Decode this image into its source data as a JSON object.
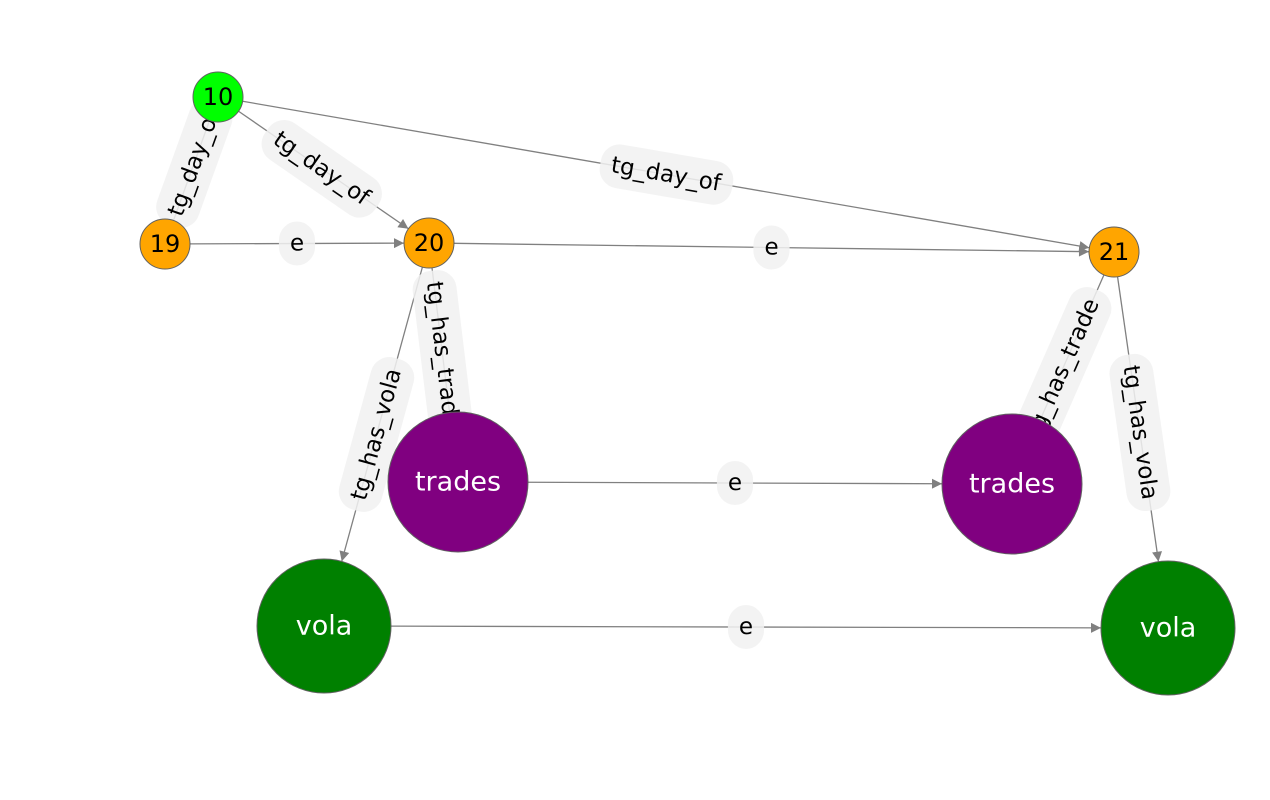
{
  "graph": {
    "nodes": [
      {
        "id": "n10",
        "label": "10",
        "color": "#00ff00",
        "text_color": "#000000",
        "kind": "small"
      },
      {
        "id": "n19",
        "label": "19",
        "color": "#ffa500",
        "text_color": "#000000",
        "kind": "small"
      },
      {
        "id": "n20",
        "label": "20",
        "color": "#ffa500",
        "text_color": "#000000",
        "kind": "small"
      },
      {
        "id": "n21",
        "label": "21",
        "color": "#ffa500",
        "text_color": "#000000",
        "kind": "small"
      },
      {
        "id": "trades20",
        "label": "trades",
        "color": "#800080",
        "text_color": "#ffffff",
        "kind": "large"
      },
      {
        "id": "trades21",
        "label": "trades",
        "color": "#800080",
        "text_color": "#ffffff",
        "kind": "large"
      },
      {
        "id": "vola20",
        "label": "vola",
        "color": "#008000",
        "text_color": "#ffffff",
        "kind": "large"
      },
      {
        "id": "vola21",
        "label": "vola",
        "color": "#008000",
        "text_color": "#ffffff",
        "kind": "large"
      }
    ],
    "edges": [
      {
        "id": "e10-19",
        "source": "n10",
        "target": "n19",
        "label": "tg_day_of"
      },
      {
        "id": "e10-20",
        "source": "n10",
        "target": "n20",
        "label": "tg_day_of"
      },
      {
        "id": "e10-21",
        "source": "n10",
        "target": "n21",
        "label": "tg_day_of"
      },
      {
        "id": "e19-20",
        "source": "n19",
        "target": "n20",
        "label": "e"
      },
      {
        "id": "e20-21",
        "source": "n20",
        "target": "n21",
        "label": "e"
      },
      {
        "id": "e20-trades",
        "source": "n20",
        "target": "trades20",
        "label": "tg_has_trade"
      },
      {
        "id": "e20-vola",
        "source": "n20",
        "target": "vola20",
        "label": "tg_has_vola"
      },
      {
        "id": "e21-trades",
        "source": "n21",
        "target": "trades21",
        "label": "tg_has_trade"
      },
      {
        "id": "e21-vola",
        "source": "n21",
        "target": "vola21",
        "label": "tg_has_vola"
      },
      {
        "id": "etrades",
        "source": "trades20",
        "target": "trades21",
        "label": "e"
      },
      {
        "id": "evola",
        "source": "vola20",
        "target": "vola21",
        "label": "e"
      }
    ],
    "edge_color": "#808080",
    "label_bg_color": "#f2f2f2"
  }
}
